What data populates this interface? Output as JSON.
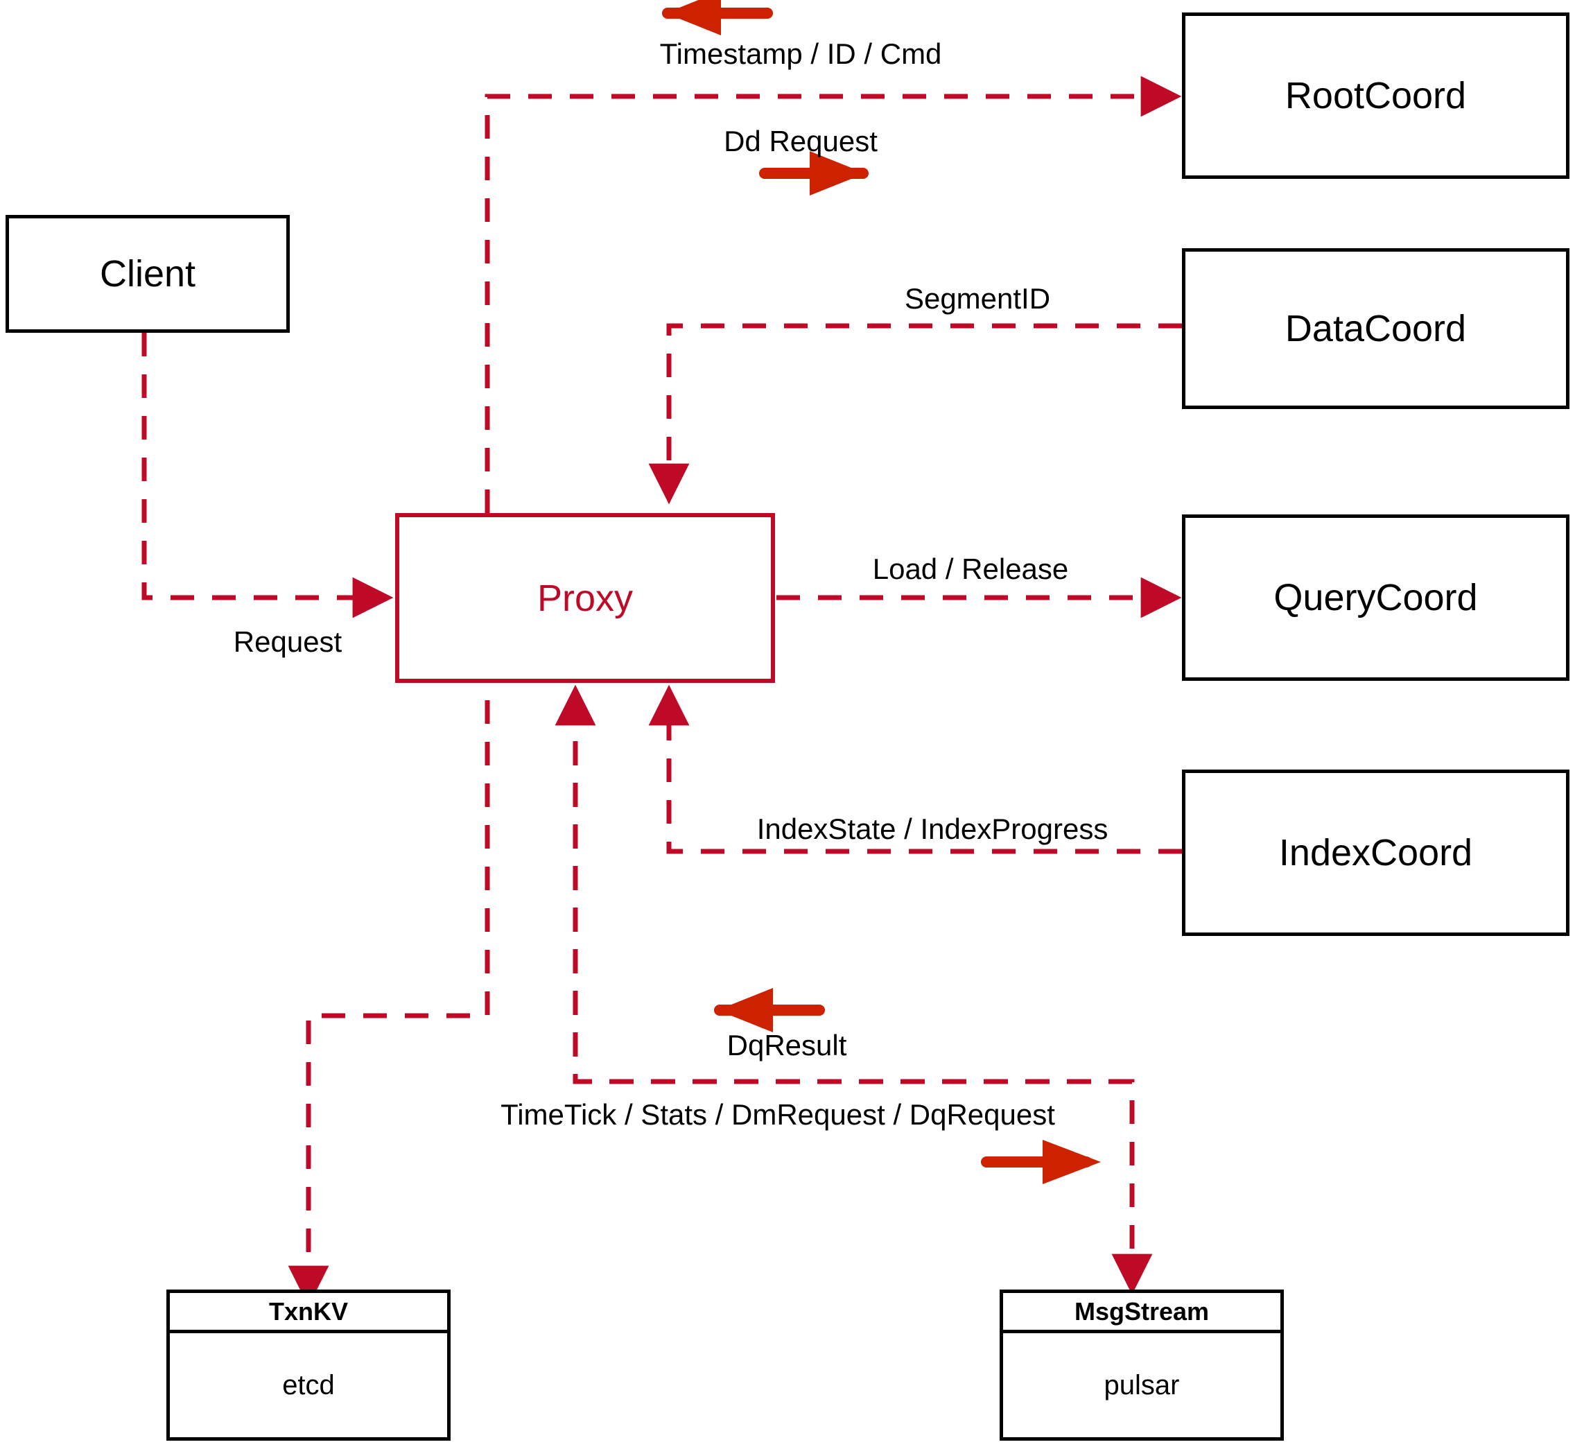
{
  "diagram": {
    "title": "Milvus Proxy interaction diagram",
    "colors": {
      "dashed_edge": "#BE0A26",
      "solid_arrow": "#CC2200",
      "node_border": "#000000",
      "proxy_accent": "#BE0A26",
      "background": "#FFFFFF"
    }
  },
  "nodes": {
    "client": {
      "label": "Client"
    },
    "proxy": {
      "label": "Proxy"
    },
    "root_coord": {
      "label": "RootCoord"
    },
    "data_coord": {
      "label": "DataCoord"
    },
    "query_coord": {
      "label": "QueryCoord"
    },
    "index_coord": {
      "label": "IndexCoord"
    },
    "txn_kv": {
      "header": "TxnKV",
      "body": "etcd"
    },
    "msg_stream": {
      "header": "MsgStream",
      "body": "pulsar"
    }
  },
  "edges": [
    {
      "id": "client-proxy",
      "label": "Request",
      "from": "client",
      "to": "proxy",
      "direction": "right"
    },
    {
      "id": "proxy-rootcoord",
      "label": "Timestamp / ID / Cmd",
      "from": "root_coord",
      "to": "proxy",
      "direction": "left"
    },
    {
      "id": "proxy-rootcoord-dd",
      "label": "Dd Request",
      "from": "proxy",
      "to": "root_coord",
      "direction": "right"
    },
    {
      "id": "datacoord-proxy",
      "label": "SegmentID",
      "from": "data_coord",
      "to": "proxy",
      "direction": "left"
    },
    {
      "id": "proxy-querycoord",
      "label": "Load / Release",
      "from": "proxy",
      "to": "query_coord",
      "direction": "right"
    },
    {
      "id": "indexcoord-proxy",
      "label": "IndexState / IndexProgress",
      "from": "index_coord",
      "to": "proxy",
      "direction": "left"
    },
    {
      "id": "msgstream-proxy",
      "label": "DqResult",
      "from": "msg_stream",
      "to": "proxy",
      "direction": "left"
    },
    {
      "id": "proxy-msgstream",
      "label": "TimeTick / Stats / DmRequest / DqRequest",
      "from": "proxy",
      "to": "msg_stream",
      "direction": "right"
    }
  ]
}
